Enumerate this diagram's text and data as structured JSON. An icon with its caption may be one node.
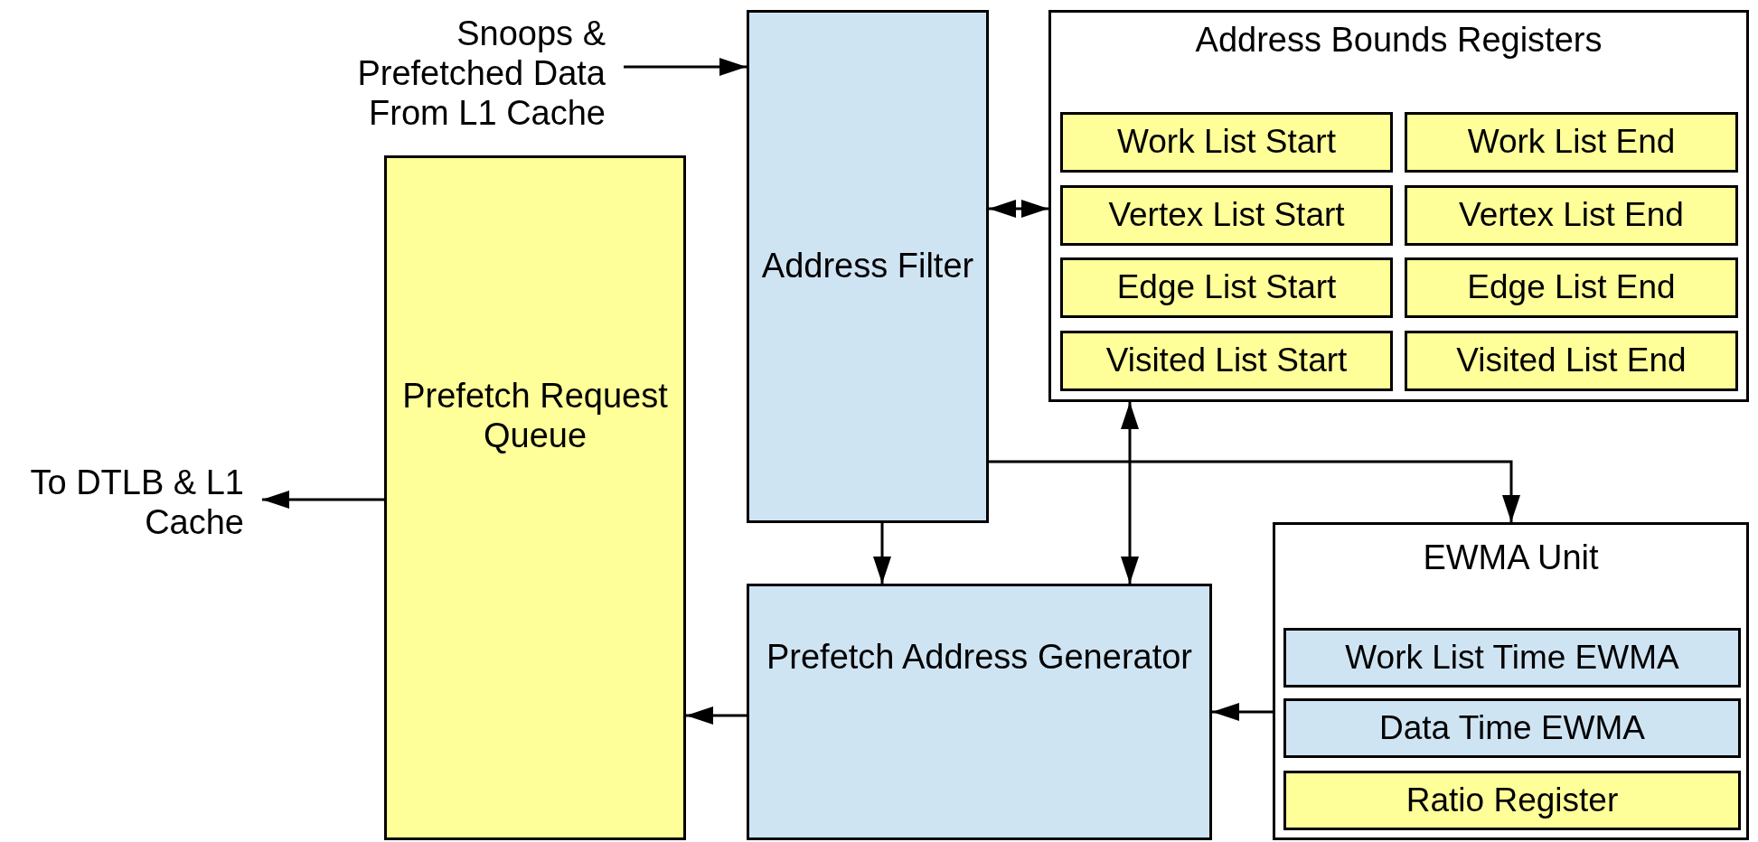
{
  "diagram": {
    "nodes": [
      {
        "text": [
          "Snoops & Prefetched Data From L1 Cache"
        ]
      },
      {
        "text": [
          "Address Filter"
        ]
      },
      {
        "text": [
          "Address Bounds Registers"
        ]
      },
      {
        "text": [
          "Work List Start"
        ],
        "in": 2
      },
      {
        "text": [
          "Work List End"
        ],
        "in": 2
      },
      {
        "text": [
          "Vertex List Start"
        ],
        "in": 2
      },
      {
        "text": [
          "Vertex List End"
        ],
        "in": 2
      },
      {
        "text": [
          "Edge List Start"
        ],
        "in": 2
      },
      {
        "text": [
          "Edge List End"
        ],
        "in": 2
      },
      {
        "text": [
          "Visited List Start"
        ],
        "in": 2
      },
      {
        "text": [
          "Visited List End"
        ],
        "in": 2
      },
      {
        "text": [
          "To DTLB & L1 Cache"
        ]
      },
      {
        "text": [
          "Prefetch Request Queue"
        ]
      },
      {
        "text": [
          "Prefetch Address Generator"
        ]
      },
      {
        "text": [
          "EWMA Unit"
        ]
      },
      {
        "text": [
          "Work List Time EWMA"
        ],
        "in": 14
      },
      {
        "text": [
          "Data Time EWMA"
        ],
        "in": 14
      },
      {
        "text": [
          "Ratio Register"
        ],
        "in": 14
      }
    ],
    "edges": [
      {
        "from": 0,
        "to": 1,
        "arrow": "to"
      },
      {
        "from": 1,
        "to": 2,
        "arrow": "both"
      },
      {
        "from": 1,
        "to": 13,
        "arrow": "to"
      },
      {
        "from": 2,
        "to": 13,
        "arrow": "both"
      },
      {
        "from": 1,
        "to": 14,
        "arrow": "to"
      },
      {
        "from": 13,
        "to": 12,
        "arrow": "to"
      },
      {
        "from": 14,
        "to": 13,
        "arrow": "to"
      },
      {
        "from": 12,
        "to": 11,
        "arrow": "to"
      }
    ]
  }
}
